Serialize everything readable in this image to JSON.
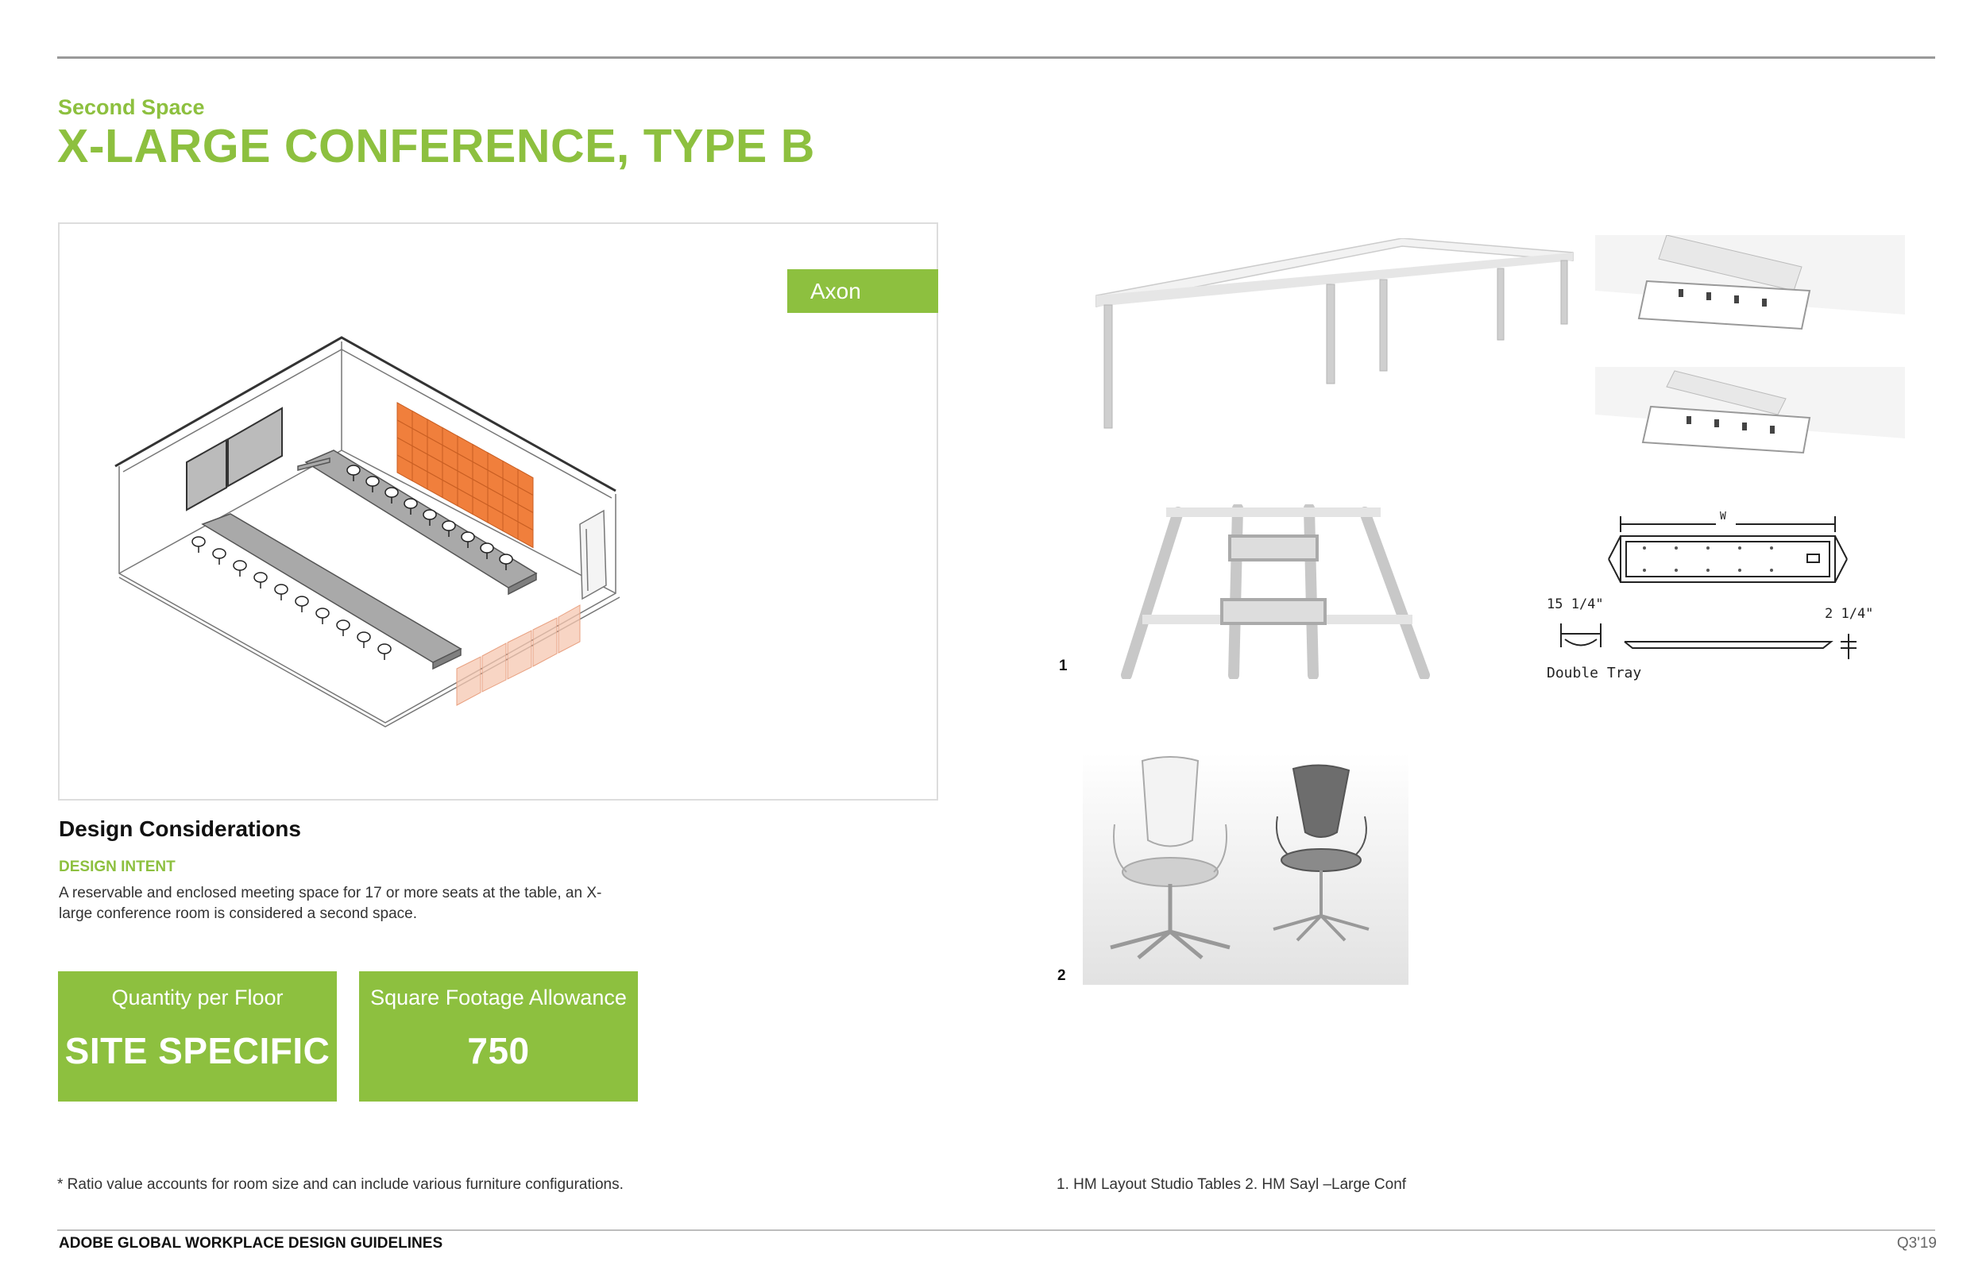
{
  "header": {
    "subtitle": "Second Space",
    "title": "X-LARGE CONFERENCE, TYPE B"
  },
  "axon": {
    "tag": "Axon"
  },
  "design": {
    "heading": "Design Considerations",
    "intent_heading": "DESIGN INTENT",
    "intent_text": "A reservable and enclosed meeting space for 17 or more seats at the table, an X-large conference room is considered a second space."
  },
  "stats": [
    {
      "label": "Quantity per Floor",
      "value": "SITE SPECIFIC"
    },
    {
      "label": "Square Footage Allowance",
      "value": "750"
    }
  ],
  "furniture": {
    "item1_number": "1",
    "item2_number": "2",
    "tray_dim_w": "W",
    "tray_dim_height": "15 1/4\"",
    "tray_dim_depth": "2 1/4\"",
    "tray_label": "Double Tray",
    "caption": "1. HM Layout Studio Tables  2. HM Sayl –Large Conf"
  },
  "footer": {
    "note": "* Ratio value accounts for room size and can include various furniture configurations.",
    "brand": "ADOBE GLOBAL WORKPLACE DESIGN GUIDELINES",
    "issue": "Q3'19"
  },
  "colors": {
    "accent": "#8dc03f",
    "acoustic_panel": "#f07f3c"
  }
}
